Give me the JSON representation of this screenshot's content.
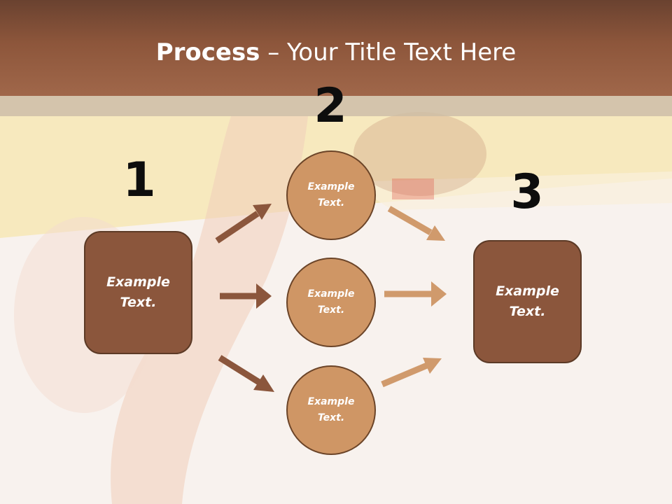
{
  "slide": {
    "title_bold": "Process",
    "title_rest": " – Your Title Text Here"
  },
  "steps": {
    "n1": "1",
    "n2": "2",
    "n3": "3"
  },
  "left_box": {
    "label": "Example Text."
  },
  "circles": [
    {
      "label": "Example Text."
    },
    {
      "label": "Example Text."
    },
    {
      "label": "Example Text."
    }
  ],
  "right_box": {
    "label": "Example Text."
  },
  "colors": {
    "header": "#8d563b",
    "box": "#8b563c",
    "circle": "#cf9665",
    "arrow_dark": "#8b563c",
    "arrow_light": "#d09a6c"
  }
}
